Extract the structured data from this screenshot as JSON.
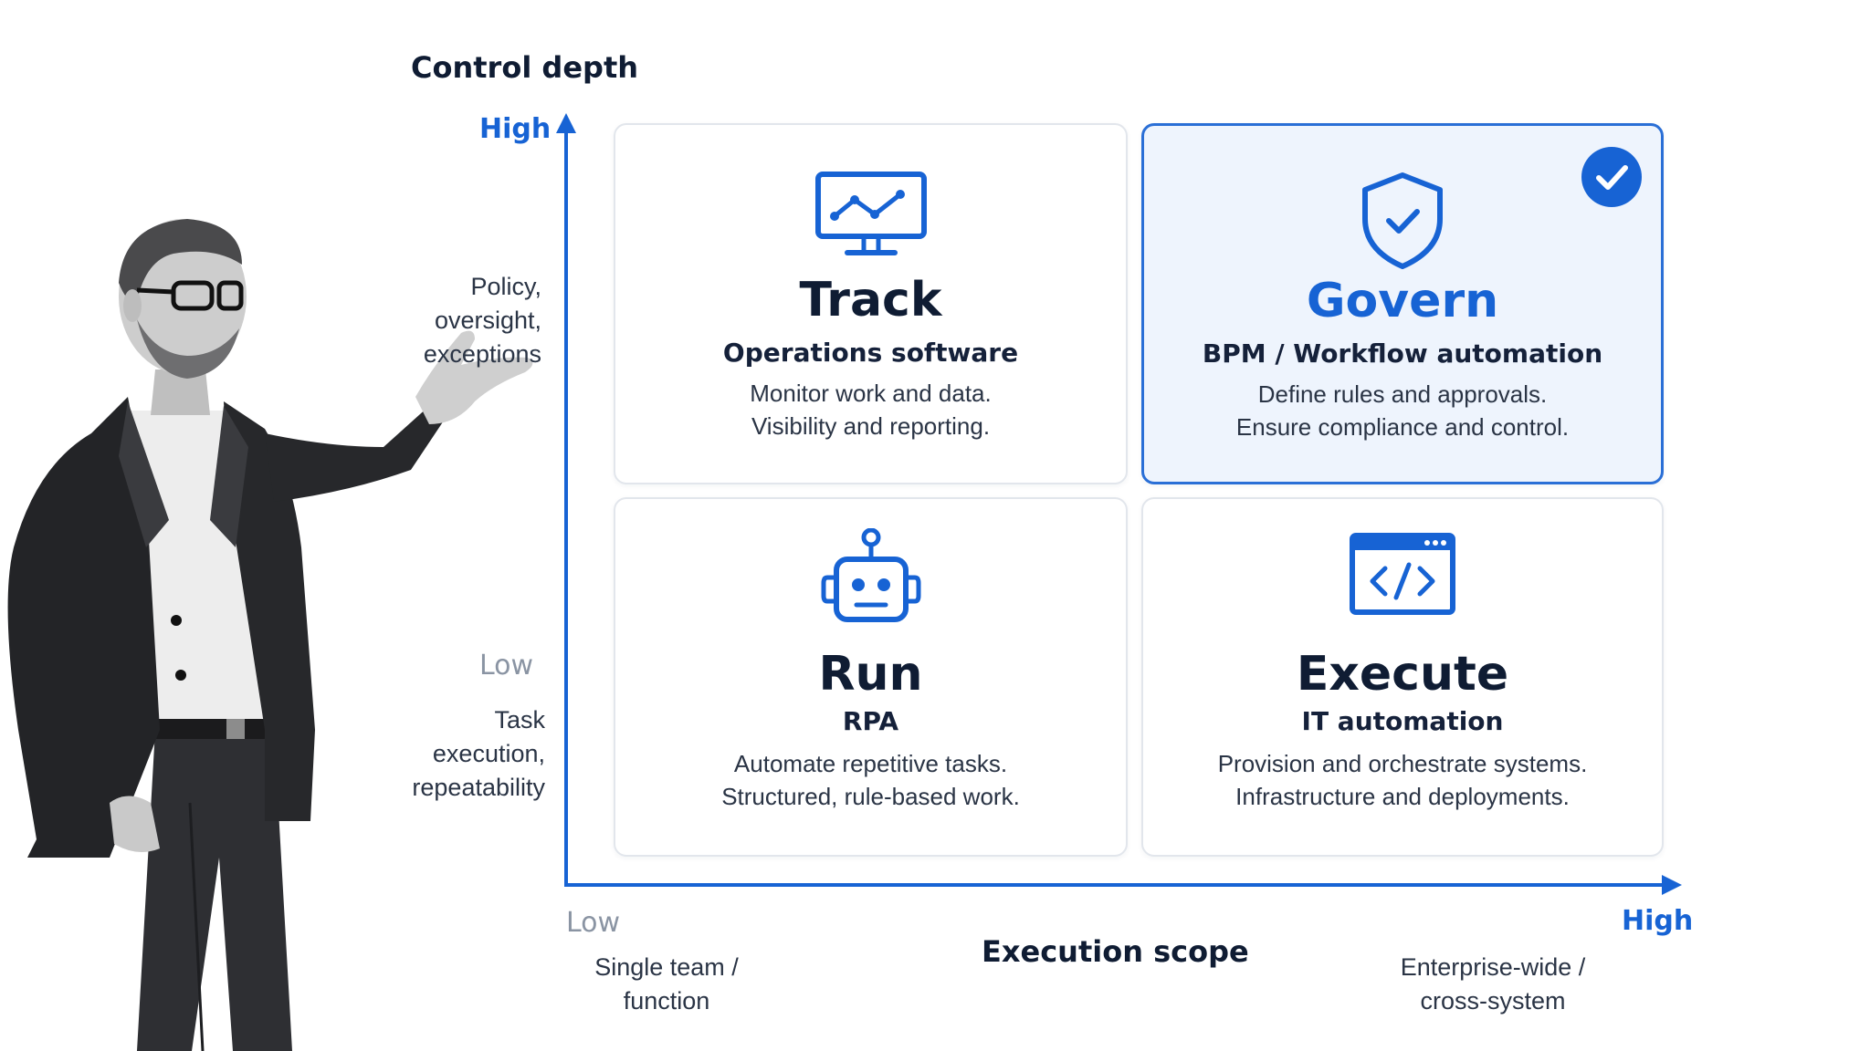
{
  "y_axis": {
    "title": "Control depth",
    "high_label": "High",
    "low_label": "Low",
    "high_note": "Policy,\noversight,\nexceptions",
    "low_note": "Task\nexecution,\nrepeatability"
  },
  "x_axis": {
    "title": "Execution scope",
    "low_label": "Low",
    "high_label": "High",
    "low_note": "Single team /\nfunction",
    "high_note": "Enterprise-wide /\ncross-system"
  },
  "quadrants": [
    {
      "id": "track",
      "title": "Track",
      "subtitle": "Operations software",
      "description": [
        "Monitor work and data.",
        "Visibility and reporting."
      ],
      "icon": "monitor-chart-icon",
      "selected": false
    },
    {
      "id": "govern",
      "title": "Govern",
      "subtitle": "BPM / Workflow automation",
      "description": [
        "Define rules and approvals.",
        "Ensure compliance and control."
      ],
      "icon": "shield-check-icon",
      "selected": true
    },
    {
      "id": "run",
      "title": "Run",
      "subtitle": "RPA",
      "description": [
        "Automate repetitive tasks.",
        "Structured, rule-based work."
      ],
      "icon": "robot-icon",
      "selected": false
    },
    {
      "id": "execute",
      "title": "Execute",
      "subtitle": "IT automation",
      "description": [
        "Provision and orchestrate systems.",
        "Infrastructure and deployments."
      ],
      "icon": "code-window-icon",
      "selected": false
    }
  ],
  "colors": {
    "accent": "#1763d4",
    "selected_background": "#eef4fd",
    "card_border": "#e2e6ec",
    "muted": "#8a94a3",
    "text_dark": "#0f1c33"
  }
}
